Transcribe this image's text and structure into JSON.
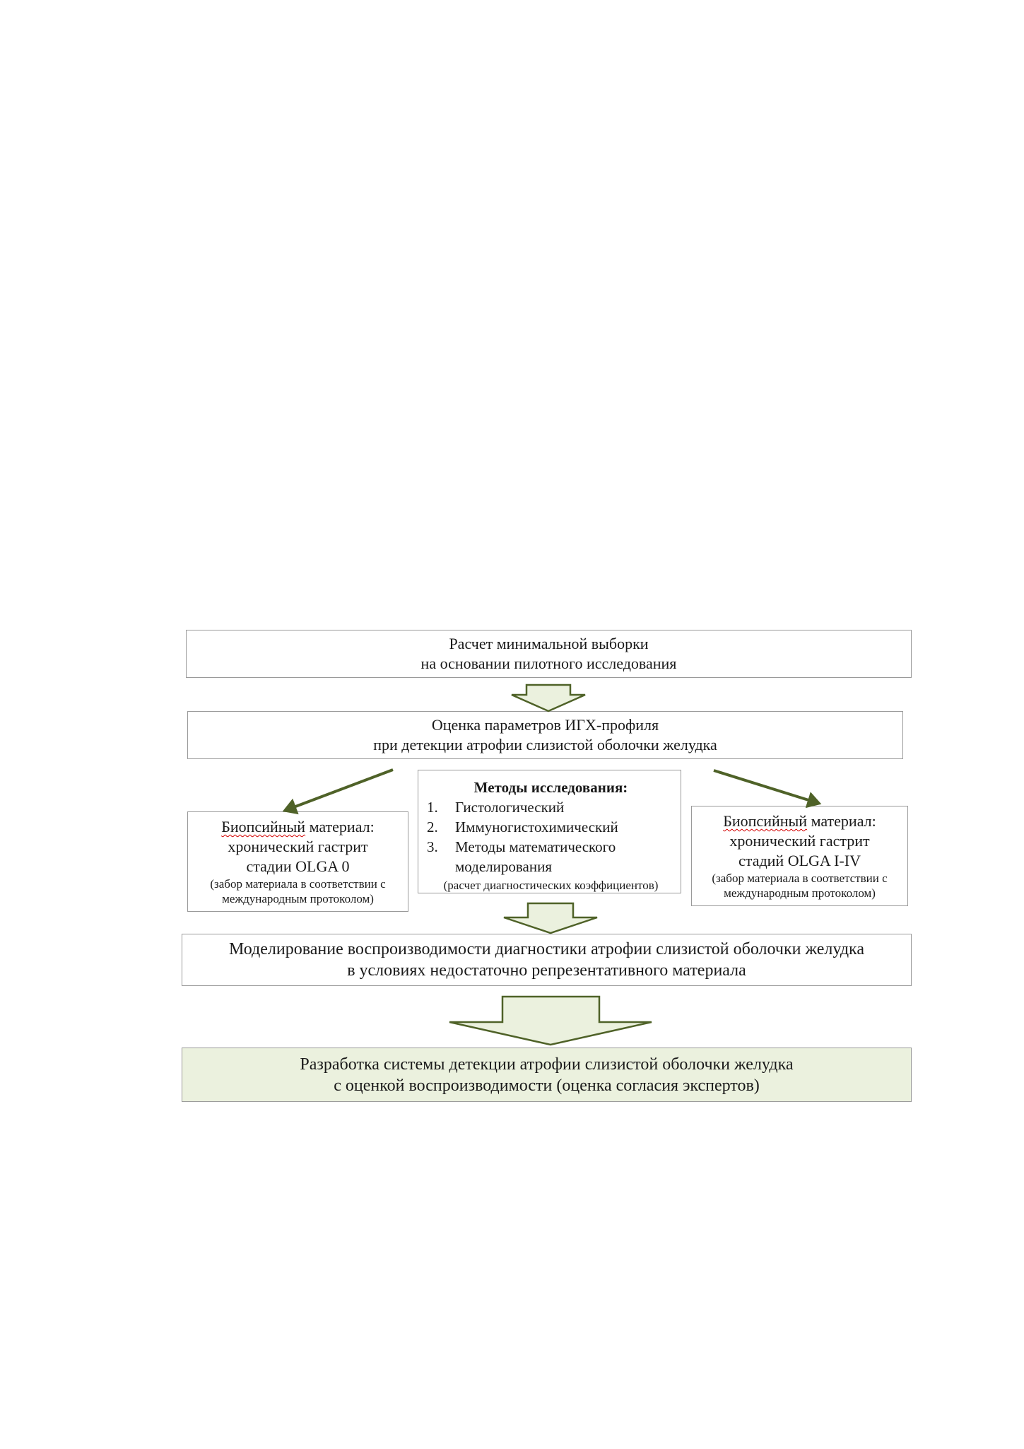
{
  "diagram": {
    "box_sample": {
      "lines": [
        "Расчет минимальной выборки",
        "на основании пилотного исследования"
      ]
    },
    "box_ihc": {
      "lines": [
        "Оценка параметров ИГХ-профиля",
        "при детекции атрофии слизистой оболочки желудка"
      ]
    },
    "box_olga0": {
      "word": "Биопсийный",
      "rest": " материал:",
      "line2": "хронический гастрит",
      "line3": "стадии OLGA 0",
      "note1": "(забор материала в соответствии с",
      "note2": "международным протоколом)"
    },
    "box_methods": {
      "heading": "Методы исследования:",
      "items": [
        {
          "num": "1.",
          "text": "Гистологический"
        },
        {
          "num": "2.",
          "text": "Иммуногистохимический"
        },
        {
          "num": "3.",
          "text": "Методы математического"
        }
      ],
      "item3_cont": "моделирования",
      "note": "(расчет диагностических коэффициентов)"
    },
    "box_olga14": {
      "word": "Биопсийный",
      "rest": " материал:",
      "line2": "хронический гастрит",
      "line3": "стадий OLGA I-IV",
      "note1": "(забор материала в соответствии с",
      "note2": "международным протоколом)"
    },
    "box_model": {
      "lines": [
        "Моделирование воспроизводимости диагностики атрофии слизистой оболочки желудка",
        "в условиях недостаточно репрезентативного материала"
      ]
    },
    "box_result": {
      "lines": [
        "Разработка системы детекции атрофии слизистой оболочки желудка",
        "с оценкой воспроизводимости  (оценка согласия экспертов)"
      ]
    },
    "colors": {
      "arrow_fill": "#ebf1de",
      "arrow_stroke": "#4f6228",
      "result_fill": "#ebf1de",
      "box_border": "#9a9a9a"
    }
  }
}
